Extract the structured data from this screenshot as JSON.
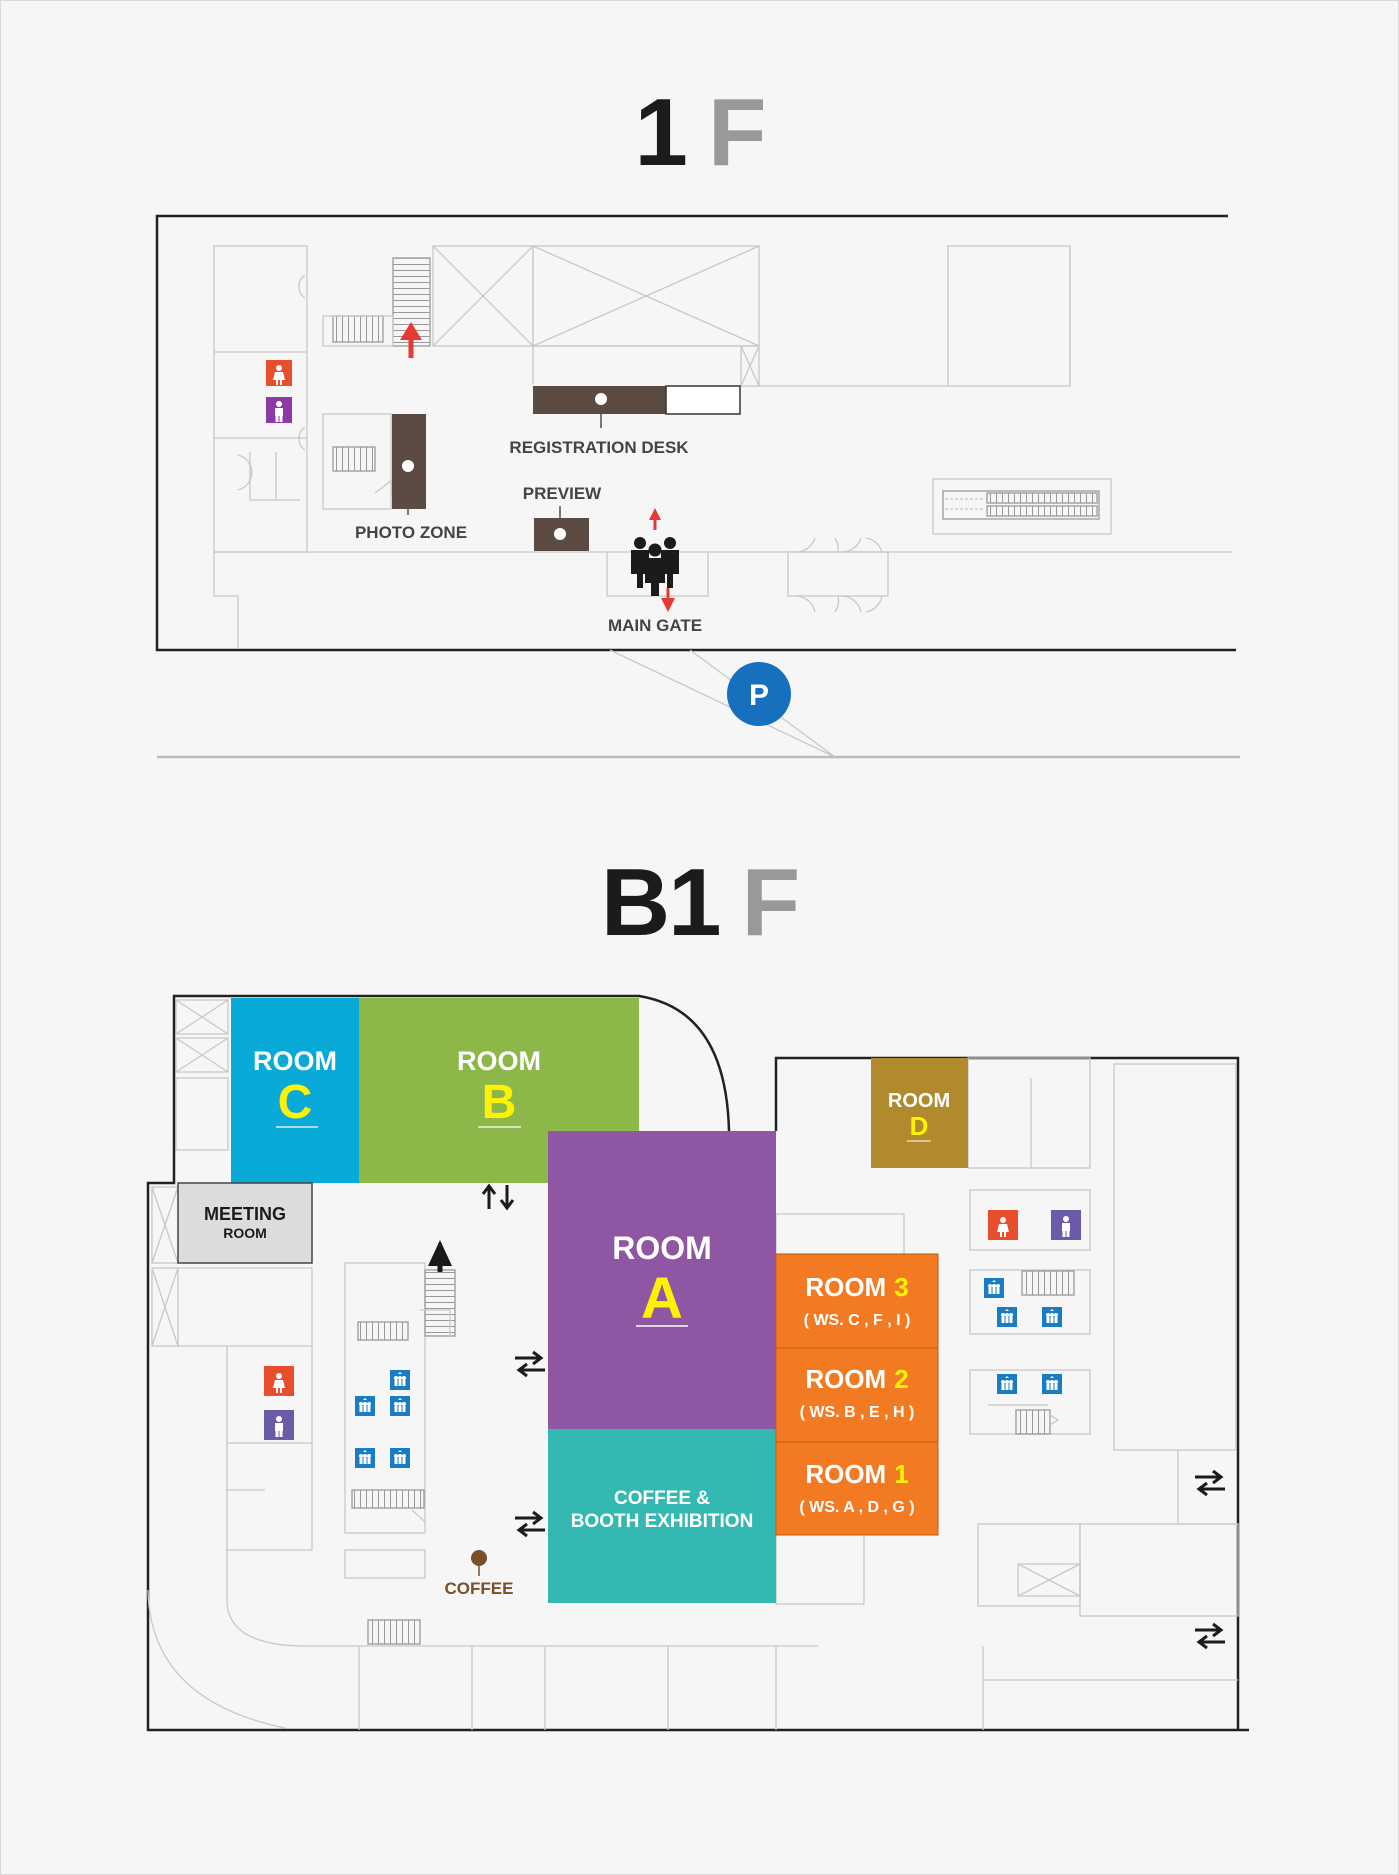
{
  "floors": [
    {
      "number": "1",
      "suffix": "F"
    },
    {
      "number": "B1",
      "suffix": "F"
    }
  ],
  "floor1": {
    "registration_desk": "REGISTRATION DESK",
    "photo_zone": "PHOTO ZONE",
    "preview": "PREVIEW",
    "main_gate": "MAIN GATE",
    "parking": "P"
  },
  "b1": {
    "room_word": "ROOM",
    "room_c": "C",
    "room_b": "B",
    "room_d": "D",
    "room_a": "A",
    "meeting_line1": "MEETING",
    "meeting_line2": "ROOM",
    "room3_num": "3",
    "room3_ws": "( WS. C , F , I )",
    "room2_num": "2",
    "room2_ws": "( WS. B , E , H )",
    "room1_num": "1",
    "room1_ws": "( WS. A , D , G )",
    "coffee_booth_line1": "COFFEE &",
    "coffee_booth_line2": "BOOTH EXHIBITION",
    "coffee": "COFFEE"
  },
  "colors": {
    "room_c": "#0aaad8",
    "room_b": "#8db748",
    "room_d": "#b08a2c",
    "room_a": "#8e56a3",
    "rooms_123": "#f27a22",
    "coffee_booth": "#33b8b2",
    "meeting": "#dcdcdc",
    "highlight": "#fff200",
    "desk": "#5a4a42",
    "parking": "#1670bd",
    "arrow_red": "#e53935",
    "restroom_women": "#e94e2c",
    "restroom_men": "#6a5aa8",
    "elevator": "#1a7cc2"
  },
  "icons": [
    "stairs-icon",
    "restroom-women-icon",
    "restroom-men-icon",
    "elevator-icon",
    "people-icon",
    "arrow-up-icon",
    "arrow-down-icon",
    "two-way-arrow-icon",
    "parking-icon",
    "coffee-pin-icon",
    "location-pin-icon"
  ]
}
